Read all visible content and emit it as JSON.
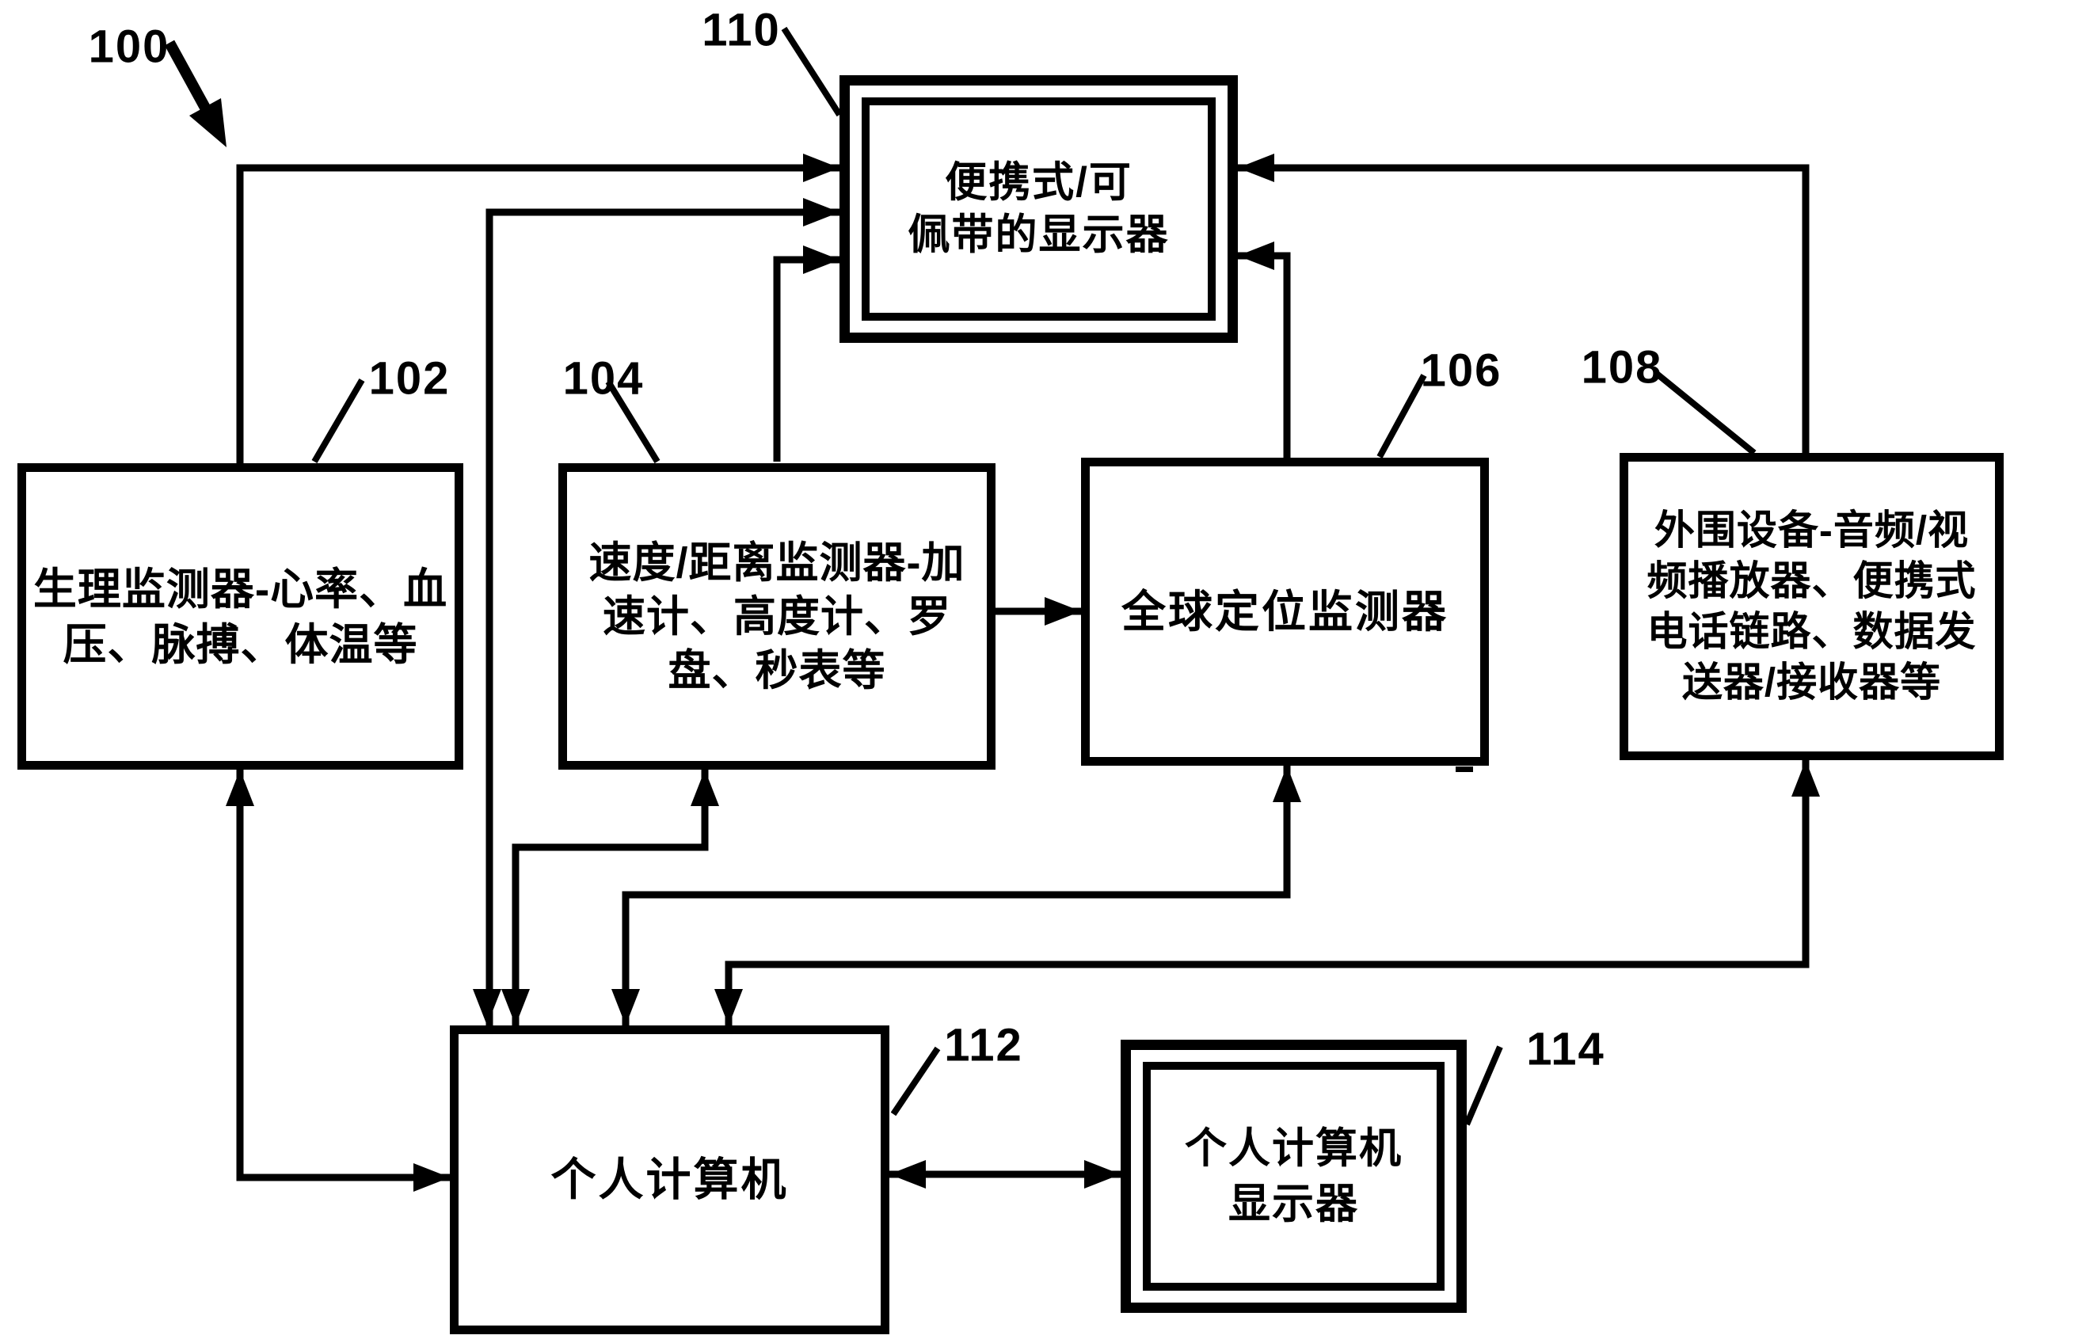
{
  "colors": {
    "ink": "#000000",
    "paper": "#ffffff"
  },
  "ref_labels": {
    "fig": "100",
    "display": "110",
    "physio": "102",
    "speed": "104",
    "gps": "106",
    "peripheral": "108",
    "pc": "112",
    "pc_display": "114"
  },
  "boxes": {
    "display": {
      "ref": "110",
      "lines": [
        "便携式/可",
        "佩带的显示器"
      ]
    },
    "physio": {
      "ref": "102",
      "lines": [
        "生理监测器-心率、血",
        "压、脉搏、体温等"
      ]
    },
    "speed": {
      "ref": "104",
      "lines": [
        "速度/距离监测器-加",
        "速计、高度计、罗",
        "盘、秒表等"
      ]
    },
    "gps": {
      "ref": "106",
      "lines": [
        "全球定位监测器"
      ]
    },
    "peripheral": {
      "ref": "108",
      "lines": [
        "外围设备-音频/视",
        "频播放器、便携式",
        "电话链路、数据发",
        "送器/接收器等"
      ]
    },
    "pc": {
      "ref": "112",
      "lines": [
        "个人计算机"
      ]
    },
    "pc_display": {
      "ref": "114",
      "lines": [
        "个人计算机",
        "显示器"
      ]
    }
  }
}
